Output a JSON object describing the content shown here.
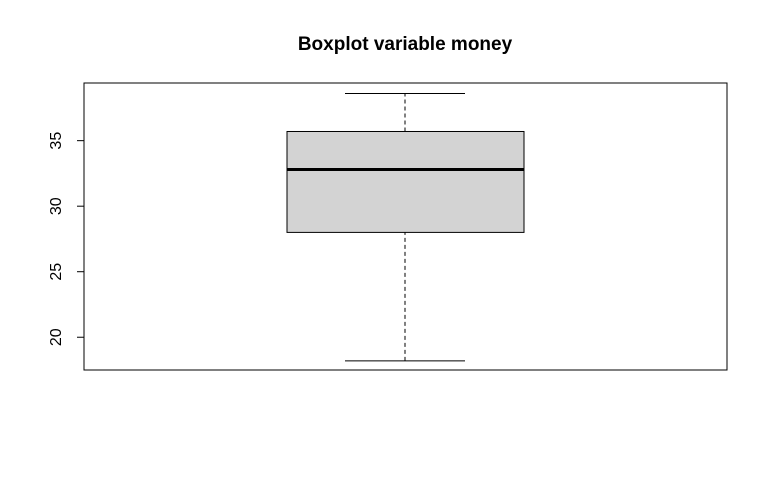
{
  "chart_data": {
    "type": "boxplot",
    "title": "Boxplot variable money",
    "xlabel": "",
    "ylabel": "",
    "ylim": [
      17.5,
      39.4
    ],
    "yticks": [
      20,
      25,
      30,
      35
    ],
    "box": {
      "min": 18.2,
      "q1": 28.0,
      "median": 32.8,
      "q3": 35.7,
      "max": 38.6
    },
    "grid": false,
    "colors": {
      "box_fill": "#d3d3d3",
      "stroke": "#000000"
    }
  }
}
